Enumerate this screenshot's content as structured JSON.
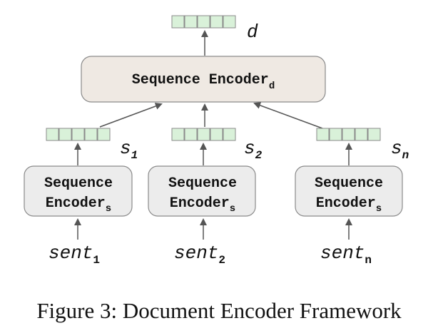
{
  "colors": {
    "vector_cell_fill": "#d9f1d9",
    "vector_cell_stroke": "#8a8a8a",
    "doc_box_fill": "#efe9e3",
    "sent_box_fill": "#ececec",
    "box_stroke": "#8a8a8a",
    "arrow": "#555555",
    "text": "#111111"
  },
  "doc_encoder": {
    "label": "Sequence Encoder",
    "sub": "d"
  },
  "doc_vector": {
    "label": "d"
  },
  "sentence_encoders": [
    {
      "line1": "Sequence",
      "line2": "Encoder",
      "sub": "s",
      "vector_label": "s",
      "vector_sub": "1",
      "input": "sent",
      "input_sub": "1"
    },
    {
      "line1": "Sequence",
      "line2": "Encoder",
      "sub": "s",
      "vector_label": "s",
      "vector_sub": "2",
      "input": "sent",
      "input_sub": "2"
    },
    {
      "line1": "Sequence",
      "line2": "Encoder",
      "sub": "s",
      "vector_label": "s",
      "vector_sub": "n",
      "input": "sent",
      "input_sub": "n"
    }
  ],
  "caption": "Figure 3: Document Encoder Framework"
}
